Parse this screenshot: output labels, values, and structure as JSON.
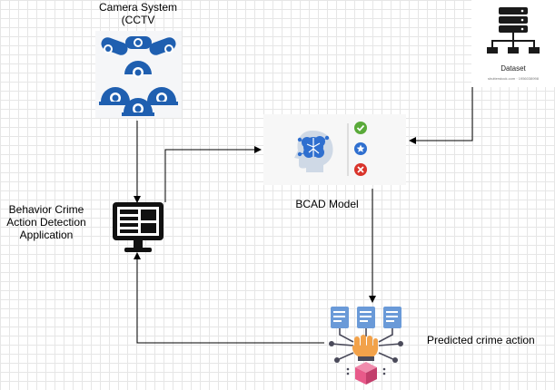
{
  "nodes": {
    "camera": {
      "label_line1": "Camera System",
      "label_line2": "(CCTV"
    },
    "dataset": {
      "label": "Dataset",
      "caption": "shutterstock.com · 1956038998"
    },
    "app": {
      "label_line1": "Behavior Crime",
      "label_line2": "Action Detection",
      "label_line3": "Application"
    },
    "model": {
      "label": "BCAD Model"
    },
    "predicted": {
      "label": "Predicted crime action"
    }
  },
  "colors": {
    "camera_blue": "#1f5fb0",
    "check_green": "#5aaa3a",
    "star_blue": "#2f6fcf",
    "cross_red": "#d9342b",
    "doc_blue": "#6a9ad8",
    "cube_pink": "#e85a8a",
    "hand_orange": "#f2a24a",
    "arrow": "#000000"
  },
  "icons": {
    "camera": "cctv-cameras-icon",
    "dataset": "database-network-icon",
    "app": "monitor-dashboard-icon",
    "model": "ai-brain-icon",
    "predicted": "hand-data-icon"
  }
}
